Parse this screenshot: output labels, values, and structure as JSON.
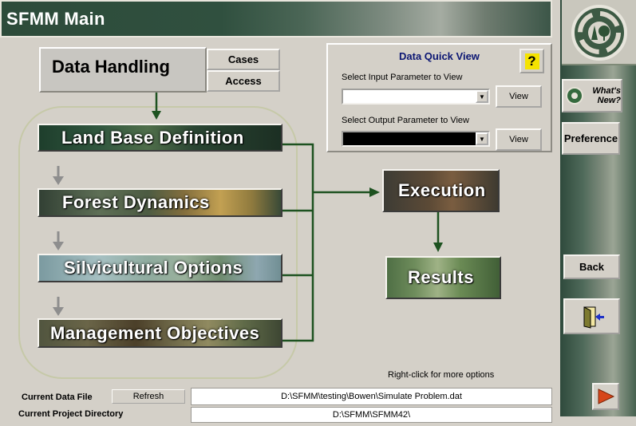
{
  "window": {
    "title": "SFMM Main"
  },
  "data_handling": {
    "title": "Data Handling",
    "cases_label": "Cases",
    "access_label": "Access"
  },
  "quick_view": {
    "title": "Data Quick View",
    "help_label": "?",
    "input_label": "Select Input Parameter to View",
    "input_value": "",
    "output_label": "Select Output Parameter to View",
    "output_value": "",
    "view_input_label": "View",
    "view_output_label": "View"
  },
  "workflow": {
    "land_base": "Land Base Definition",
    "forest_dynamics": "Forest Dynamics",
    "silvicultural": "Silvicultural Options",
    "management": "Management Objectives",
    "execution": "Execution",
    "results": "Results"
  },
  "side": {
    "whats_new": "What's New?",
    "preference": "Preference",
    "back": "Back",
    "exit_icon": "exit-door-icon",
    "next_icon": "next-arrow-icon"
  },
  "hint": "Right-click for more options",
  "footer": {
    "current_data_file_label": "Current Data File",
    "refresh_label": "Refresh",
    "data_file_path": "D:\\SFMM\\testing\\Bowen\\Simulate Problem.dat",
    "project_dir_label": "Current Project Directory",
    "project_dir_path": "D:\\SFMM\\SFMM42\\"
  },
  "colors": {
    "connector": "#1d5220",
    "arrow_grey": "#8e8e8e",
    "accent_red": "#d6461b",
    "help_yellow": "#f5e300"
  }
}
